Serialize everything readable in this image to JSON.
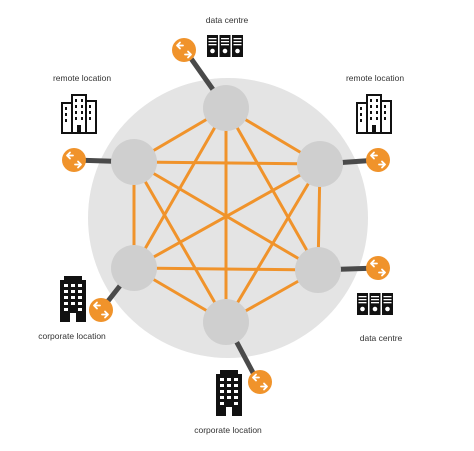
{
  "colors": {
    "background": "#ffffff",
    "ring": "#e4e4e4",
    "node": "#cfcfcf",
    "mesh_line": "#f0932b",
    "connector": "#4a4a4a",
    "exchange_badge": "#f0932b",
    "building": "#111111"
  },
  "labels": {
    "top": "data centre",
    "upper_left": "remote location",
    "upper_right": "remote location",
    "lower_left": "corporate location",
    "lower_right": "data centre",
    "bottom": "corporate location"
  },
  "icons": {
    "exchange": "exchange-arrows-icon",
    "data_centre": "server-rack-icon",
    "remote_location": "office-building-icon",
    "corporate_location": "tower-building-icon"
  }
}
